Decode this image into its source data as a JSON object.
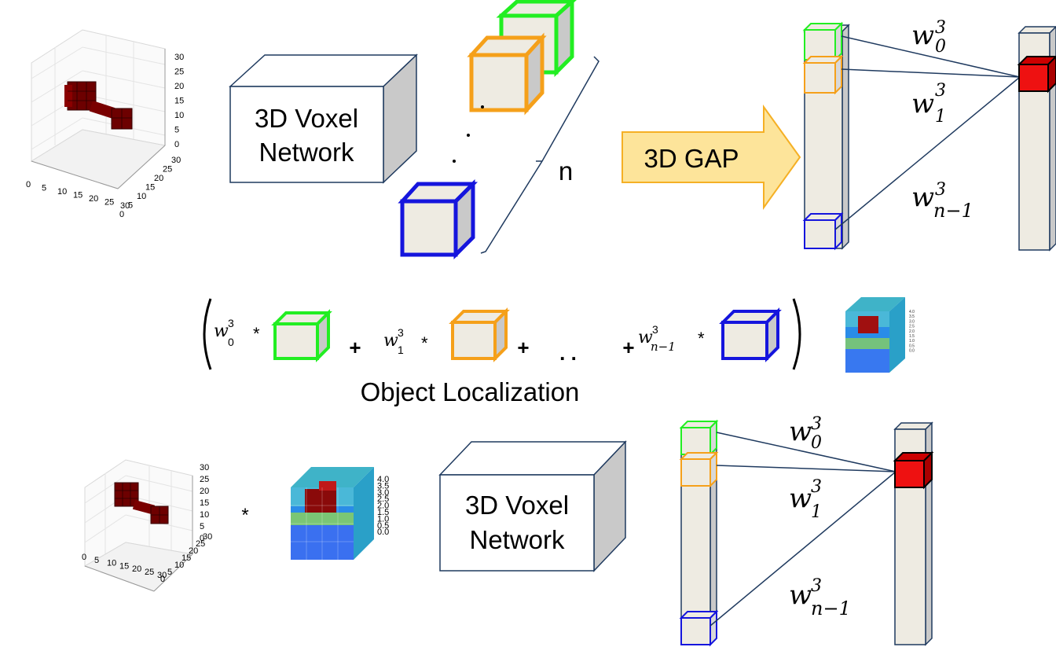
{
  "top": {
    "network_label_line1": "3D Voxel",
    "network_label_line2": "Network",
    "n_label": "n",
    "gap_label": "3D GAP",
    "weights": {
      "w0": "w",
      "w0_sub": "0",
      "w1": "w",
      "w1_sub": "1",
      "wn": "w",
      "wn_sub": "n−1",
      "sup": "3"
    },
    "plot_z_ticks": [
      "30",
      "25",
      "20",
      "15",
      "10",
      "5",
      "0"
    ],
    "plot_x_ticks": [
      "0",
      "5",
      "10",
      "15",
      "20",
      "25",
      "30"
    ],
    "plot_y_ticks": [
      "0",
      "5",
      "10",
      "15",
      "20",
      "25",
      "30"
    ],
    "colors": {
      "map1": "#22ee22",
      "map2": "#f5a01a",
      "mapn": "#1515dd",
      "output": "#ee1111",
      "gap_fill": "#fde49a",
      "gap_stroke": "#f5b025",
      "box_stroke": "#1f3a5f",
      "feature_fill": "#eeebe2"
    }
  },
  "formula": {
    "star": "*",
    "plus": "+",
    "dots": ". .",
    "w0": "w",
    "w0_sub": "0",
    "w1": "w",
    "w1_sub": "1",
    "wn": "w",
    "wn_sub": "n−1",
    "sup": "3",
    "caption": "Object Localization",
    "heat_ticks": [
      "4.0",
      "3.5",
      "3.0",
      "2.5",
      "2.0",
      "1.5",
      "1.0",
      "0.5",
      "0.0"
    ]
  },
  "bottom": {
    "star": "*",
    "network_label_line1": "3D Voxel",
    "network_label_line2": "Network",
    "weights": {
      "w0": "w",
      "w0_sub": "0",
      "w1": "w",
      "w1_sub": "1",
      "wn": "w",
      "wn_sub": "n−1",
      "sup": "3"
    },
    "plot_z_ticks": [
      "30",
      "25",
      "20",
      "15",
      "10",
      "5",
      "0"
    ],
    "plot_x_ticks": [
      "0",
      "5",
      "10",
      "15",
      "20",
      "25",
      "30"
    ],
    "plot_y_ticks": [
      "0",
      "5",
      "10",
      "15",
      "20",
      "25",
      "30"
    ],
    "heat_ticks": [
      "4.0",
      "3.5",
      "3.0",
      "2.5",
      "2.0",
      "1.5",
      "1.0",
      "0.5",
      "0.0"
    ]
  }
}
